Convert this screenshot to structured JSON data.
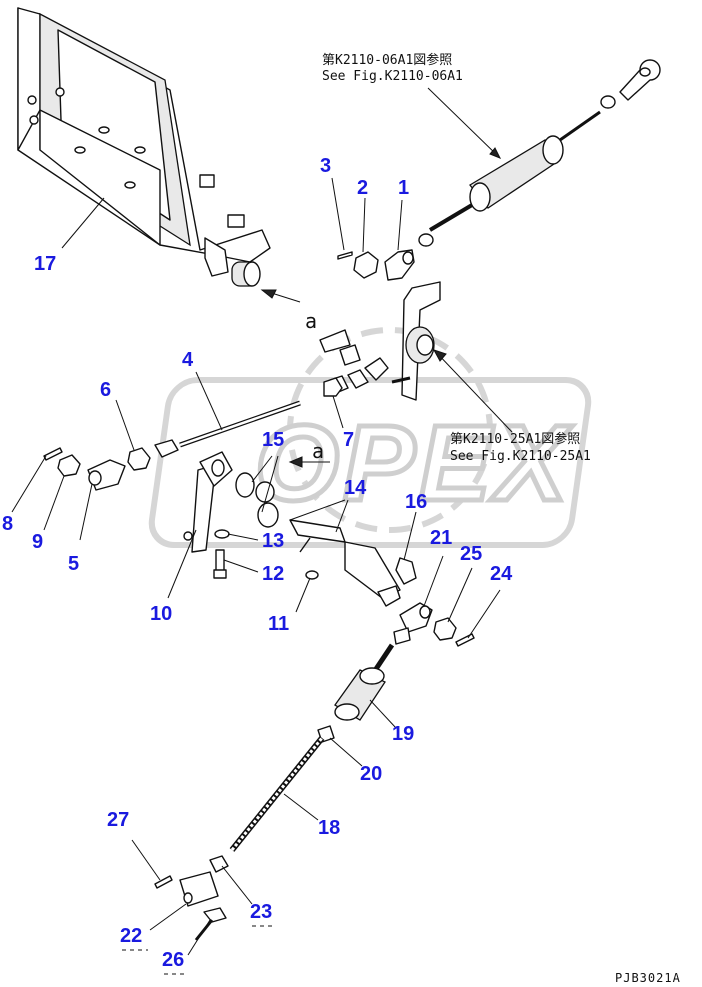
{
  "references": [
    {
      "id": "ref-06a1",
      "line1": "第K2110-06A1図参照",
      "line2": "See Fig.K2110-06A1"
    },
    {
      "id": "ref-25a1",
      "line1": "第K2110-25A1図参照",
      "line2": "See Fig.K2110-25A1"
    }
  ],
  "view_marks": [
    "a",
    "a"
  ],
  "watermark": "OPEX",
  "part_labels": [
    "1",
    "2",
    "3",
    "4",
    "5",
    "6",
    "7",
    "8",
    "9",
    "10",
    "11",
    "12",
    "13",
    "14",
    "15",
    "16",
    "17",
    "18",
    "19",
    "20",
    "21",
    "22",
    "23",
    "24",
    "25",
    "26",
    "27"
  ],
  "drawing_code": "PJB3021A",
  "colors": {
    "label": "#1a1adf",
    "line": "#111111",
    "watermark": "#cfcfcf"
  }
}
